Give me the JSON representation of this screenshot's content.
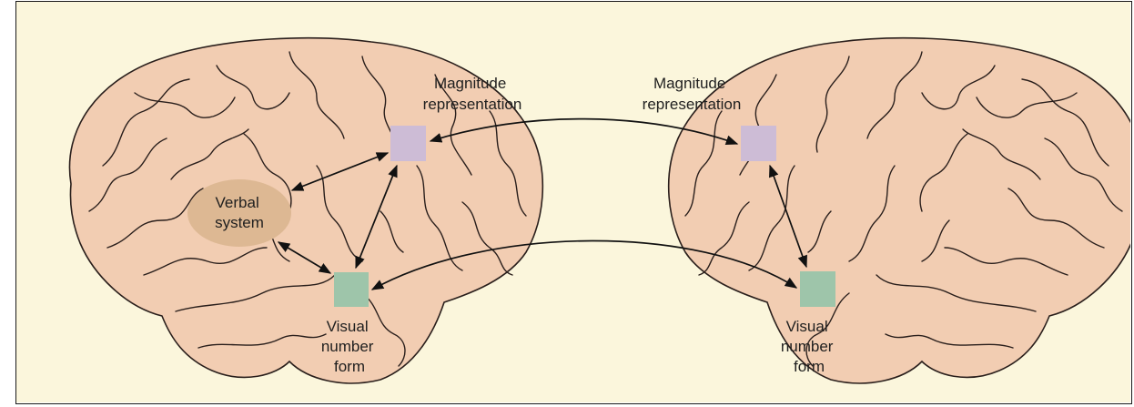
{
  "colors": {
    "background": "#fbf6dc",
    "brain_fill": "#f2cdb2",
    "brain_outline": "#2a1f1c",
    "verbal_fill": "#ddb893",
    "magnitude_fill": "#cdbcd6",
    "visual_fill": "#9ec5aa"
  },
  "left_hemisphere": {
    "magnitude_label": [
      "Magnitude",
      "representation"
    ],
    "verbal_label": [
      "Verbal",
      "system"
    ],
    "visual_label": [
      "Visual",
      "number",
      "form"
    ]
  },
  "right_hemisphere": {
    "magnitude_label": [
      "Magnitude",
      "representation"
    ],
    "visual_label": [
      "Visual",
      "number",
      "form"
    ]
  }
}
